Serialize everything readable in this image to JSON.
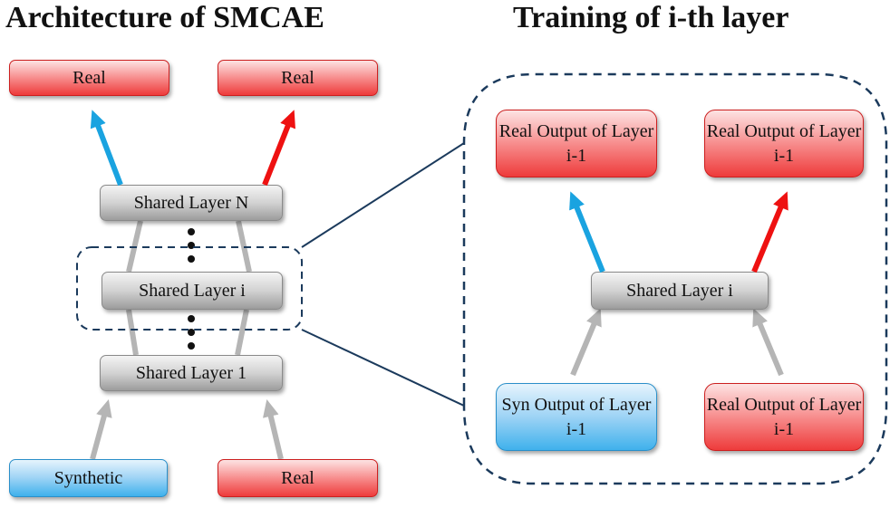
{
  "left_panel": {
    "title": "Architecture of SMCAE",
    "top_left_output": "Real",
    "top_right_output": "Real",
    "layer_n": "Shared Layer N",
    "layer_i": "Shared Layer i",
    "layer_1": "Shared Layer 1",
    "bottom_left_input": "Synthetic",
    "bottom_right_input": "Real"
  },
  "right_panel": {
    "title": "Training of i-th layer",
    "top_left_output": "Real Output of Layer i-1",
    "top_right_output": "Real Output of Layer i-1",
    "layer": "Shared Layer i",
    "bottom_left_input": "Syn Output of Layer i-1",
    "bottom_right_input": "Real Output of Layer i-1"
  },
  "colors": {
    "synthetic_arrow": "#1aa3e0",
    "real_arrow": "#ee1111",
    "shared_arrow": "#b5b5b5",
    "dashed_outline": "#1b3a5c"
  }
}
